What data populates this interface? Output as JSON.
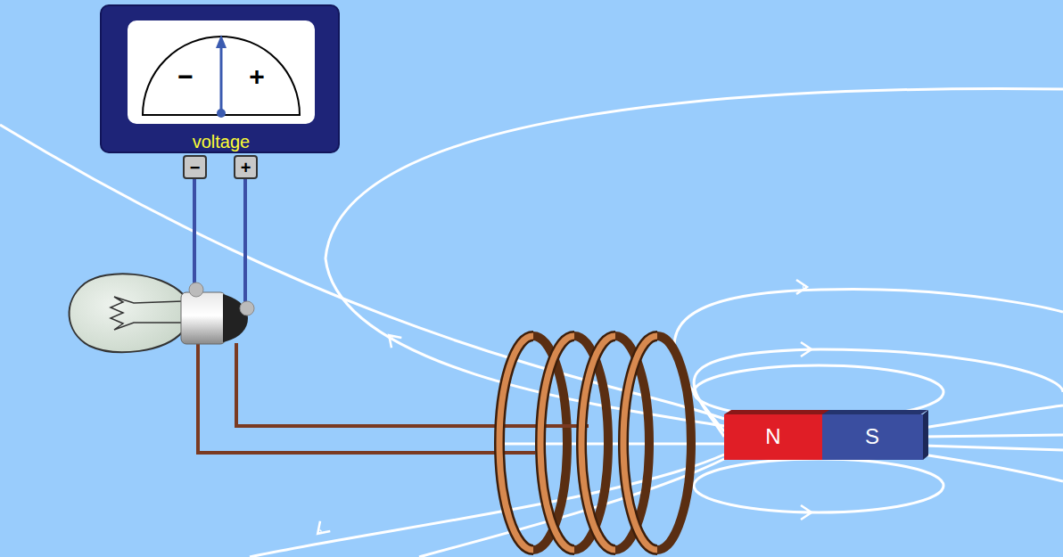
{
  "diagram": {
    "nodes": [
      {
        "text": [
          "voltage"
        ]
      },
      {
        "text": [
          "−",
          "+"
        ],
        "in": 0
      },
      {
        "text": [
          "−"
        ]
      },
      {
        "text": [
          "+"
        ]
      },
      {
        "text": [
          "N"
        ]
      },
      {
        "text": [
          "S"
        ]
      }
    ]
  }
}
